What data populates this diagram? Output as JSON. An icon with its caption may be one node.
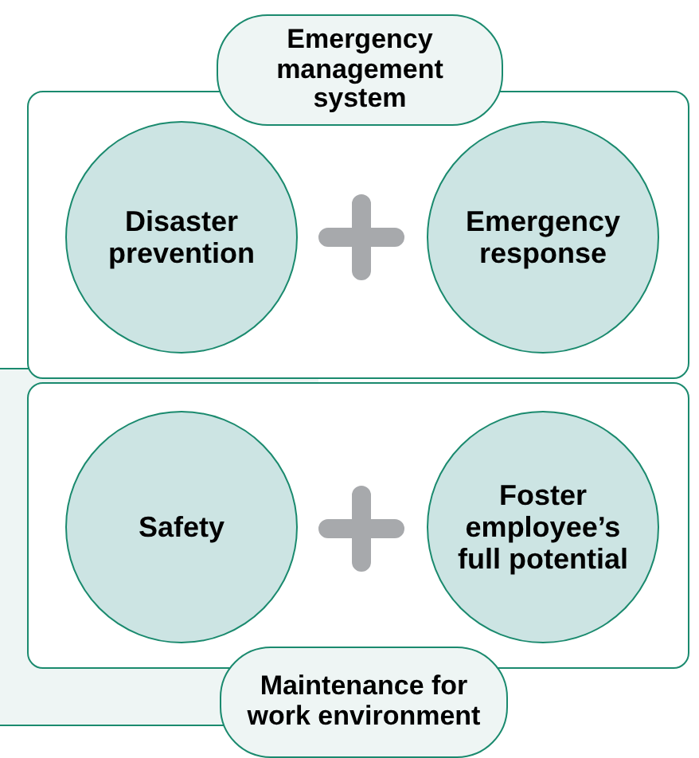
{
  "diagram": {
    "nodes": [
      {
        "text": [
          "Emergency management system"
        ]
      },
      {
        "text": [
          "Disaster prevention"
        ],
        "in": 0
      },
      {
        "text": [
          "Emergency response"
        ],
        "in": 0
      },
      {
        "text": [
          "Maintenance for work environment"
        ]
      },
      {
        "text": [
          "Safety"
        ],
        "in": 3
      },
      {
        "text": [
          "Foster employee’s full potential"
        ],
        "in": 3
      }
    ],
    "edges": []
  }
}
